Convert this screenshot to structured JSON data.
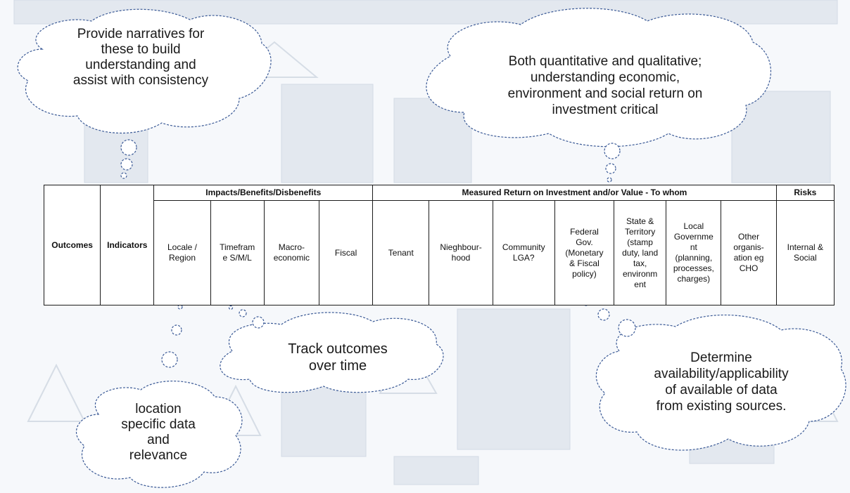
{
  "bubbles": {
    "narratives": "Provide narratives for\nthese to build\nunderstanding and\nassist with consistency",
    "quantitative": "Both quantitative and qualitative;\nunderstanding economic,\nenvironment and social return on\ninvestment critical",
    "track": "Track outcomes\nover time",
    "location": "location\nspecific data\nand\nrelevance",
    "availability": "Determine\navailability/applicability\nof available of data\nfrom existing sources."
  },
  "table": {
    "headers": {
      "outcomes": "Outcomes",
      "indicators": "Indicators",
      "group_impacts": "Impacts/Benefits/Disbenefits",
      "group_roi": "Measured Return on Investment and/or Value - To whom",
      "group_risks": "Risks"
    },
    "columns": {
      "locale": "Locale /\nRegion",
      "timeframe": "Timefram\ne S/M/L",
      "macro": "Macro-\neconomic",
      "fiscal": "Fiscal",
      "tenant": "Tenant",
      "neighbourhood": "Nieghbour-\nhood",
      "community": "Community\nLGA?",
      "federal": "Federal\nGov.\n(Monetary\n& Fiscal\npolicy)",
      "state": "State &\nTerritory\n(stamp\nduty, land\ntax,\nenvironm\nent",
      "local": "Local\nGovernme\nnt\n(planning,\nprocesses,\ncharges)",
      "other": "Other\norganis-\nation eg\nCHO",
      "risks": "Internal &\nSocial"
    }
  }
}
